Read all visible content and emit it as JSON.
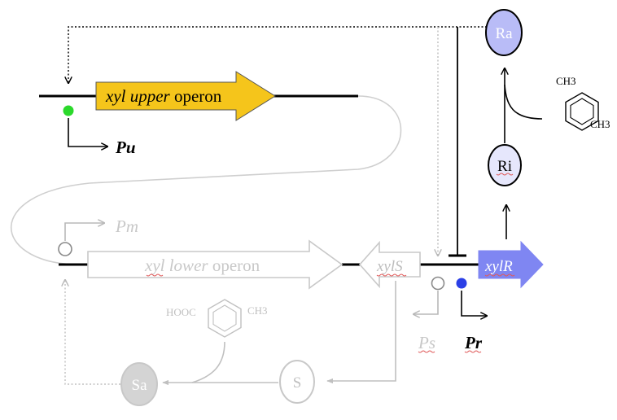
{
  "upper_operon": {
    "italic": "xyl upper",
    "plain": " operon"
  },
  "lower_operon": {
    "italic": "xyl lower",
    "plain": " operon"
  },
  "genes": {
    "xylS": "xylS",
    "xylR": "xylR"
  },
  "promoters": {
    "pu": "Pu",
    "pm": "Pm",
    "ps": "Ps",
    "pr": "Pr"
  },
  "proteins": {
    "ra": "Ra",
    "ri": "Ri",
    "sa": "Sa",
    "s": "S"
  },
  "toluene_labels": {
    "top": "CH3",
    "right": "CH3"
  },
  "benzoate_labels": {
    "left": "HOOC",
    "right": "CH3"
  },
  "colors": {
    "upper_operon_fill": "#f5c51b",
    "xylR_fill": "#7f86f2",
    "ra_fill": "#b9bcf7",
    "ri_fill": "#e6e7fc",
    "inactive_gray": "#c8c8c8",
    "sa_fill": "#d4d4d4",
    "pu_dot": "#2bd92b",
    "pr_dot": "#2b3fe6"
  }
}
